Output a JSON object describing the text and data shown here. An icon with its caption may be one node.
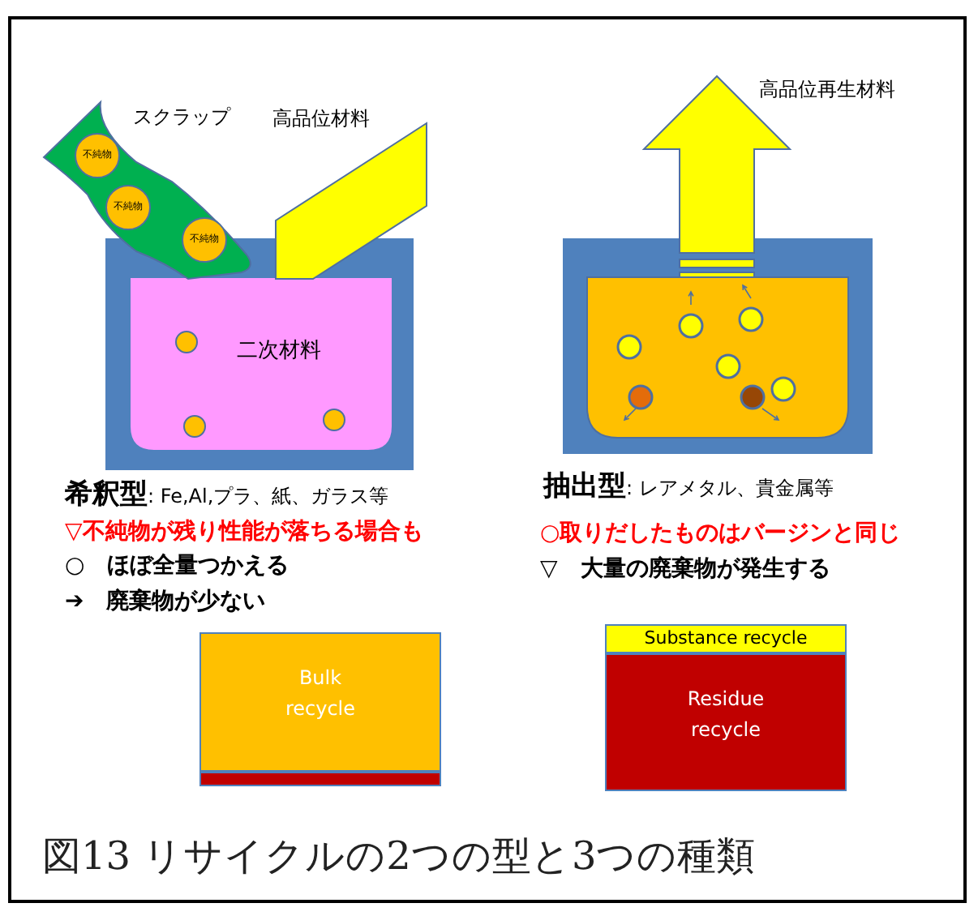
{
  "diagram": {
    "caption": "図13 リサイクルの2つの型と3つの種類",
    "nodes": [
      {
        "text": [
          "二次材料"
        ]
      },
      {
        "text": [
          "スクラップ"
        ]
      },
      {
        "text": [
          "不純物"
        ],
        "in": 1
      },
      {
        "text": [
          "不純物"
        ],
        "in": 1
      },
      {
        "text": [
          "不純物"
        ],
        "in": 1
      },
      {
        "text": [
          "高品位材料"
        ]
      },
      {
        "text": [
          "高品位再生材料"
        ]
      },
      {
        "text": [
          "Bulk recycle"
        ]
      },
      {
        "text": [],
        "shape": "bar"
      },
      {
        "text": [
          "Substance recycle"
        ]
      },
      {
        "text": [
          "Residue recycle"
        ]
      }
    ],
    "labels": [
      "**希釈型**: Fe,Al,プラ、紙、ガラス等",
      "**抽出型**: レアメタル、貴金属等",
      "▽不純物が残り性能が落ちる場合も",
      "○取りだしたものはバージンと同じ",
      "○　ほぼ全量つかえる",
      "▽　大量の廃棄物が発生する",
      "➔　廃棄物が少ない"
    ]
  }
}
